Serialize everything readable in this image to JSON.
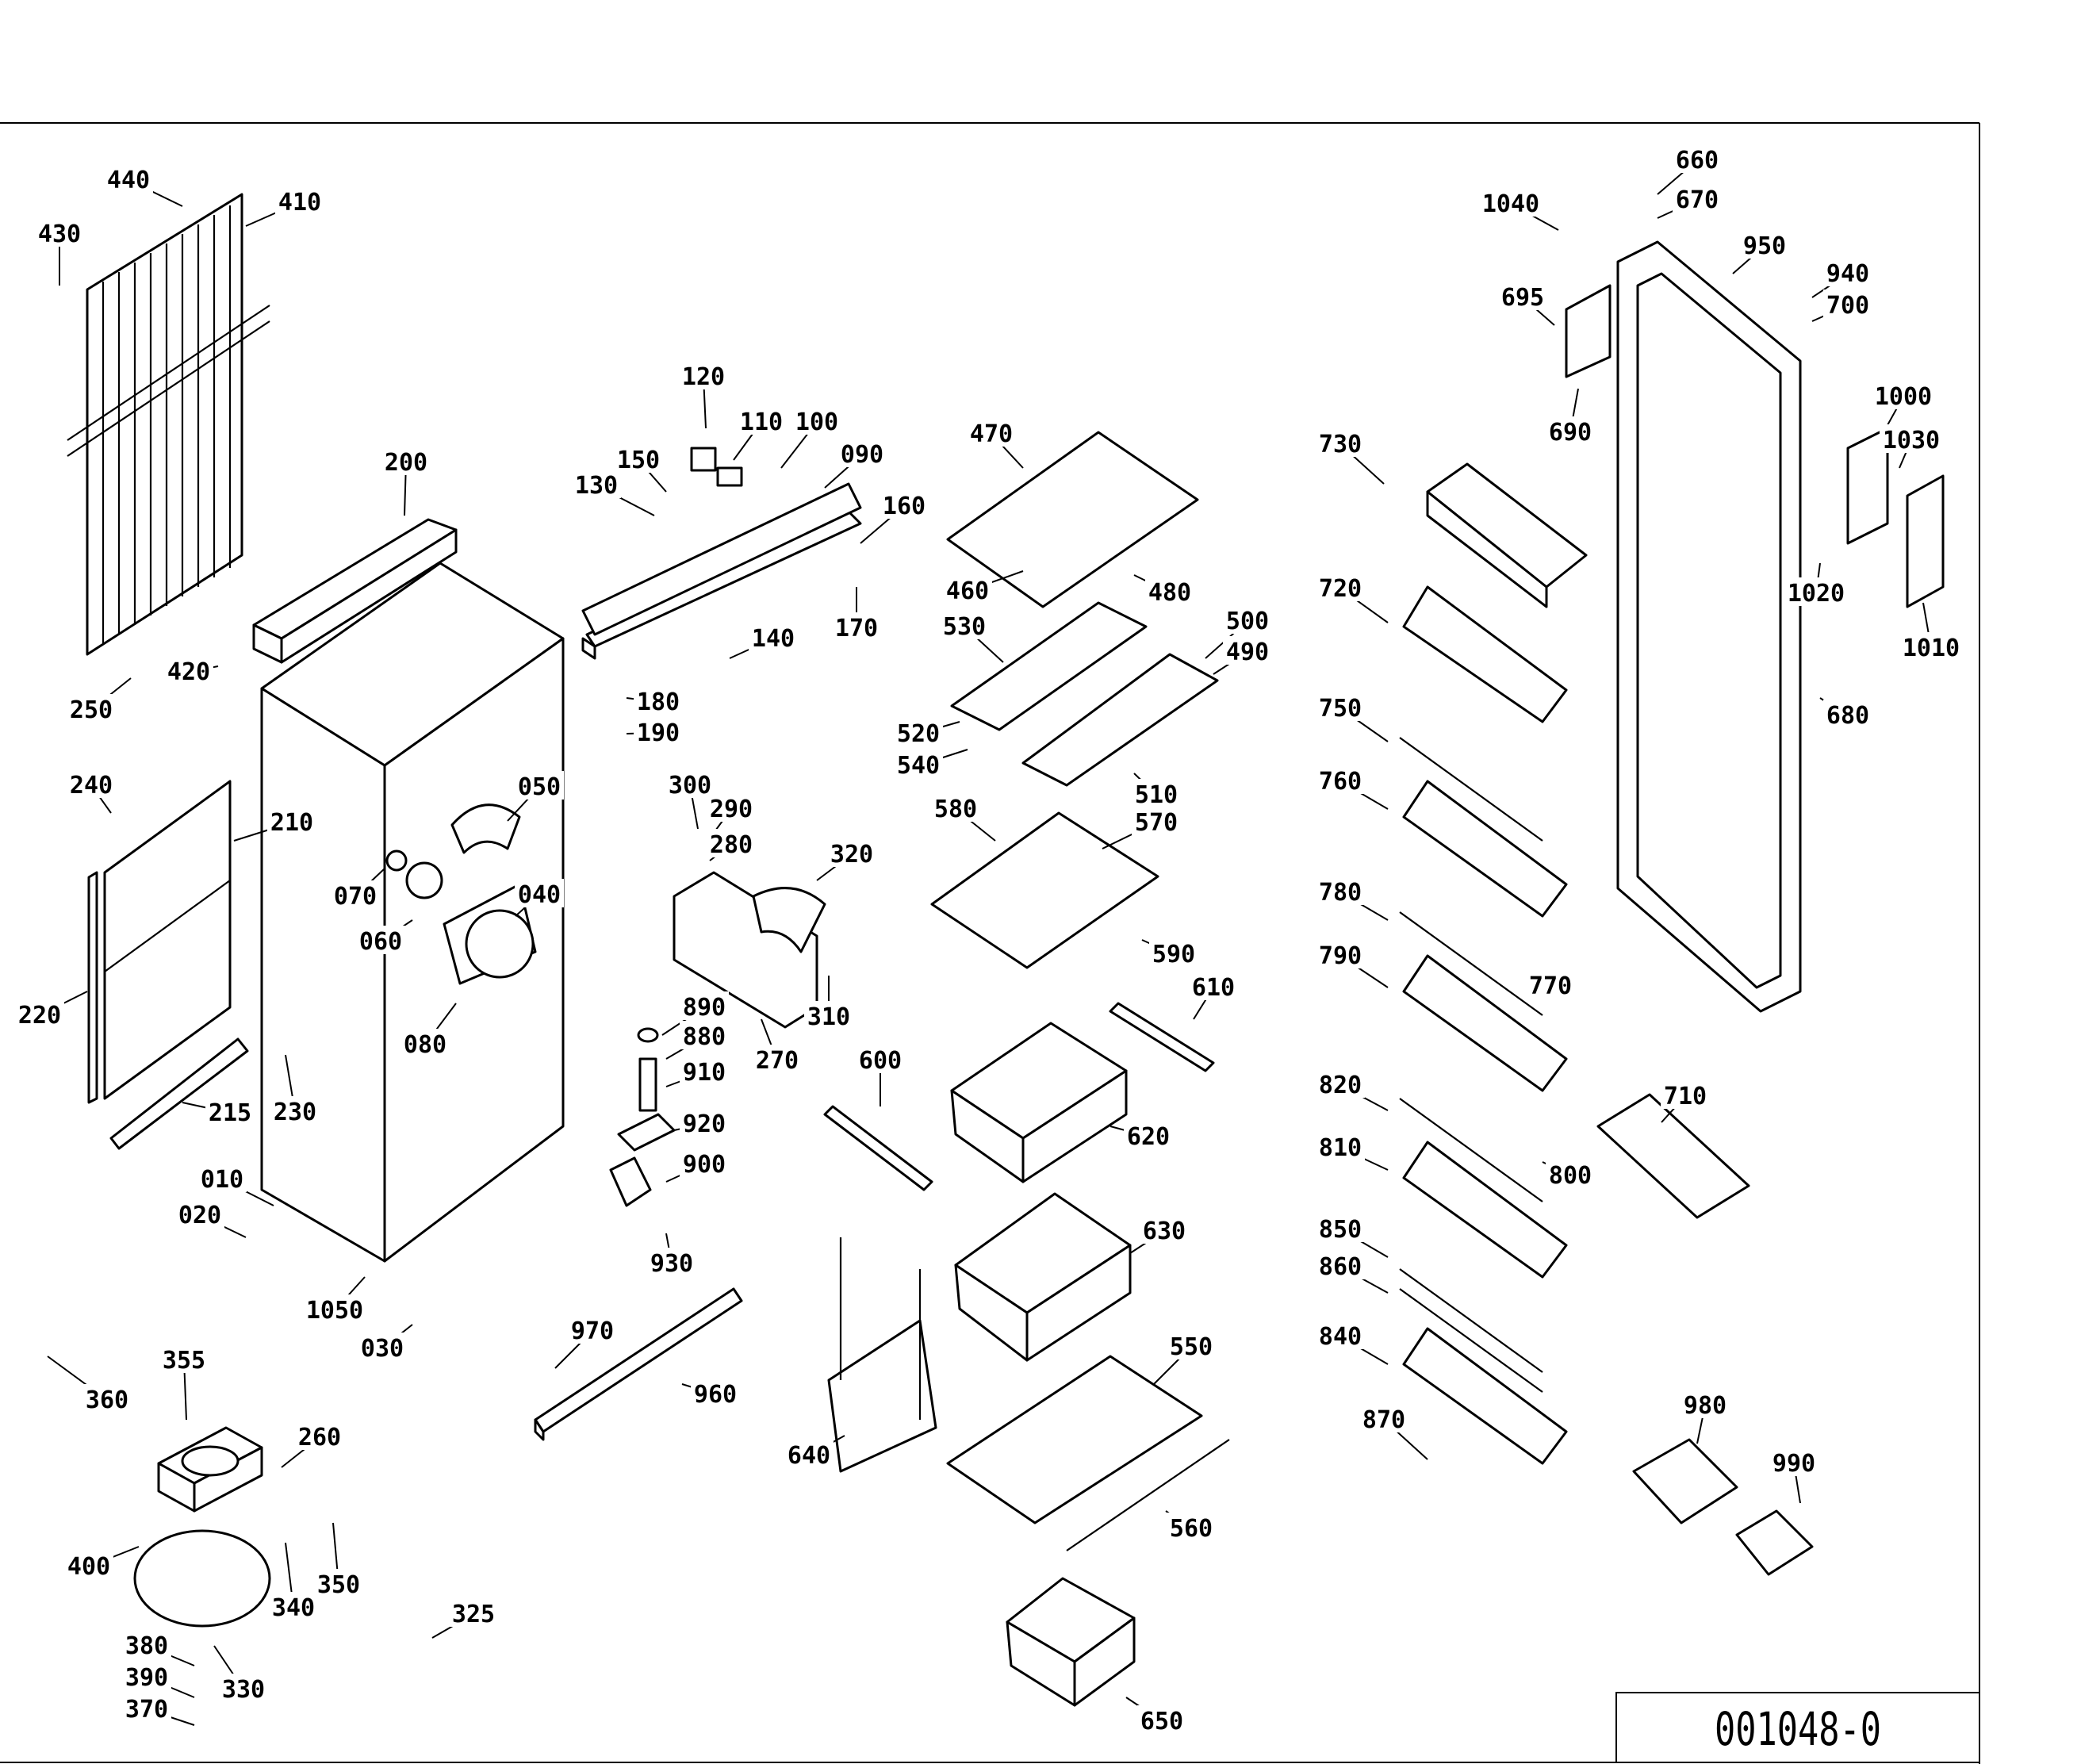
{
  "drawing_number": "001048-0",
  "labels": [
    {
      "n": "440"
    },
    {
      "n": "410"
    },
    {
      "n": "430"
    },
    {
      "n": "420"
    },
    {
      "n": "250"
    },
    {
      "n": "200"
    },
    {
      "n": "240"
    },
    {
      "n": "210"
    },
    {
      "n": "220"
    },
    {
      "n": "215"
    },
    {
      "n": "230"
    },
    {
      "n": "050"
    },
    {
      "n": "070"
    },
    {
      "n": "060"
    },
    {
      "n": "040"
    },
    {
      "n": "080"
    },
    {
      "n": "010"
    },
    {
      "n": "020"
    },
    {
      "n": "1050"
    },
    {
      "n": "030"
    },
    {
      "n": "360"
    },
    {
      "n": "355"
    },
    {
      "n": "260"
    },
    {
      "n": "400"
    },
    {
      "n": "340"
    },
    {
      "n": "350"
    },
    {
      "n": "380"
    },
    {
      "n": "390"
    },
    {
      "n": "330"
    },
    {
      "n": "370"
    },
    {
      "n": "325"
    },
    {
      "n": "120"
    },
    {
      "n": "110"
    },
    {
      "n": "100"
    },
    {
      "n": "150"
    },
    {
      "n": "090"
    },
    {
      "n": "130"
    },
    {
      "n": "160"
    },
    {
      "n": "170"
    },
    {
      "n": "140"
    },
    {
      "n": "180"
    },
    {
      "n": "190"
    },
    {
      "n": "300"
    },
    {
      "n": "290"
    },
    {
      "n": "280"
    },
    {
      "n": "320"
    },
    {
      "n": "310"
    },
    {
      "n": "270"
    },
    {
      "n": "890"
    },
    {
      "n": "880"
    },
    {
      "n": "910"
    },
    {
      "n": "920"
    },
    {
      "n": "900"
    },
    {
      "n": "930"
    },
    {
      "n": "970"
    },
    {
      "n": "960"
    },
    {
      "n": "470"
    },
    {
      "n": "460"
    },
    {
      "n": "480"
    },
    {
      "n": "530"
    },
    {
      "n": "500"
    },
    {
      "n": "490"
    },
    {
      "n": "520"
    },
    {
      "n": "540"
    },
    {
      "n": "510"
    },
    {
      "n": "580"
    },
    {
      "n": "570"
    },
    {
      "n": "590"
    },
    {
      "n": "610"
    },
    {
      "n": "600"
    },
    {
      "n": "620"
    },
    {
      "n": "630"
    },
    {
      "n": "640"
    },
    {
      "n": "550"
    },
    {
      "n": "560"
    },
    {
      "n": "650"
    },
    {
      "n": "730"
    },
    {
      "n": "720"
    },
    {
      "n": "750"
    },
    {
      "n": "760"
    },
    {
      "n": "780"
    },
    {
      "n": "790"
    },
    {
      "n": "770"
    },
    {
      "n": "820"
    },
    {
      "n": "810"
    },
    {
      "n": "800"
    },
    {
      "n": "850"
    },
    {
      "n": "860"
    },
    {
      "n": "840"
    },
    {
      "n": "870"
    },
    {
      "n": "660"
    },
    {
      "n": "670"
    },
    {
      "n": "1040"
    },
    {
      "n": "950"
    },
    {
      "n": "940"
    },
    {
      "n": "700"
    },
    {
      "n": "695"
    },
    {
      "n": "690"
    },
    {
      "n": "1000"
    },
    {
      "n": "1030"
    },
    {
      "n": "1020"
    },
    {
      "n": "1010"
    },
    {
      "n": "680"
    },
    {
      "n": "710"
    },
    {
      "n": "980"
    },
    {
      "n": "990"
    }
  ]
}
